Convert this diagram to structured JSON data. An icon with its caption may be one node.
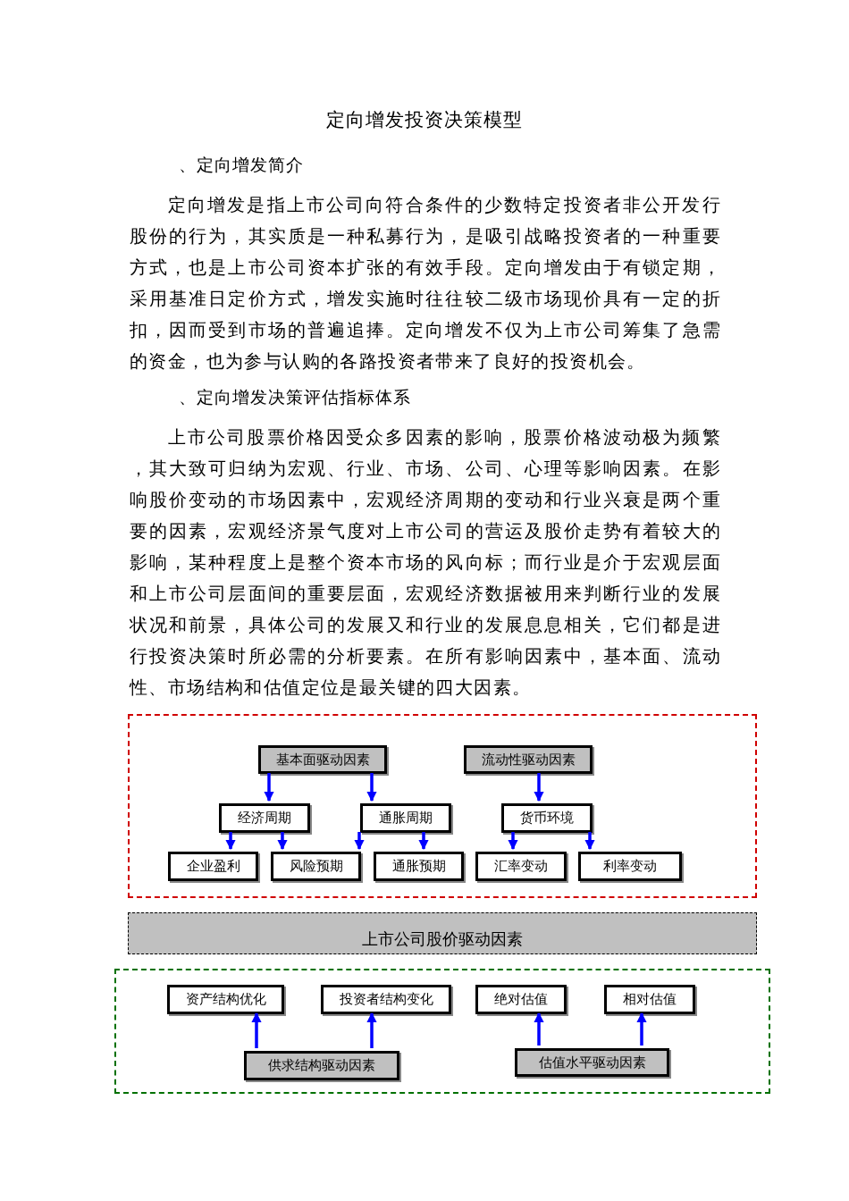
{
  "diagram": {
    "title": "定向增发投资决策模型",
    "nodes": [
      {
        "text": [],
        "shape": "box"
      },
      {
        "text": [
          "基本面驱动因素"
        ],
        "in": 0
      },
      {
        "text": [
          "流动性驱动因素"
        ],
        "in": 0
      },
      {
        "text": [
          "经济周期"
        ],
        "in": 0
      },
      {
        "text": [
          "通胀周期"
        ],
        "in": 0
      },
      {
        "text": [
          "货币环境"
        ],
        "in": 0
      },
      {
        "text": [
          "企业盈利"
        ],
        "in": 0
      },
      {
        "text": [
          "风险预期"
        ],
        "in": 0
      },
      {
        "text": [
          "通胀预期"
        ],
        "in": 0
      },
      {
        "text": [
          "汇率变动"
        ],
        "in": 0
      },
      {
        "text": [
          "利率变动"
        ],
        "in": 0
      },
      {
        "text": [
          "上市公司股价驱动因素"
        ]
      },
      {
        "text": [],
        "shape": "box"
      },
      {
        "text": [
          "资产结构优化"
        ],
        "in": 12
      },
      {
        "text": [
          "投资者结构变化"
        ],
        "in": 12
      },
      {
        "text": [
          "绝对估值"
        ],
        "in": 12
      },
      {
        "text": [
          "相对估值"
        ],
        "in": 12
      },
      {
        "text": [
          "供求结构驱动因素"
        ],
        "in": 12
      },
      {
        "text": [
          "估值水平驱动因素"
        ],
        "in": 12
      }
    ],
    "edges": [
      {
        "from": 1,
        "to": 3,
        "arrow": "to"
      },
      {
        "from": 1,
        "to": 4,
        "arrow": "to"
      },
      {
        "from": 2,
        "to": 5,
        "arrow": "to"
      },
      {
        "from": 3,
        "to": 6,
        "arrow": "to"
      },
      {
        "from": 3,
        "to": 7,
        "arrow": "to"
      },
      {
        "from": 4,
        "to": 7,
        "arrow": "to"
      },
      {
        "from": 4,
        "to": 8,
        "arrow": "to"
      },
      {
        "from": 5,
        "to": 9,
        "arrow": "to"
      },
      {
        "from": 5,
        "to": 10,
        "arrow": "to"
      },
      {
        "from": 17,
        "to": 13,
        "arrow": "to"
      },
      {
        "from": 17,
        "to": 14,
        "arrow": "to"
      },
      {
        "from": 18,
        "to": 15,
        "arrow": "to"
      },
      {
        "from": 18,
        "to": 16,
        "arrow": "to"
      }
    ],
    "labels": [
      "、定向增发简介",
      "定向增发是指上市公司向符合条件的少数特定投资者非公开发行股份的行为，其实质是一种私募行为，是吸引战略投资者的一种重要方式，也是上市公司资本扩张的有效手段。定向增发由于有锁定期，采用基准日定价方式，增发实施时往往较二级市场现价具有一定的折扣，因而受到市场的普遍追捧。定向增发不仅为上市公司筹集了急需的资金，也为参与认购的各路投资者带来了良好的投资机会。",
      "、定向增发决策评估指标体系",
      "上市公司股票价格因受众多因素的影响，股票价格波动极为频繁，其大致可归纳为宏观、行业、市场、公司、心理等影响因素。在影响股价变动的市场因素中，宏观经济周期的变动和行业兴衰是两个重要的因素，宏观经济景气度对上市公司的营运及股价走势有着较大的影响，某种程度上是整个资本市场的风向标；而行业是介于宏观层面和上市公司层面间的重要层面，宏观经济数据被用来判断行业的发展状况和前景，具体公司的发展又和行业的发展息息相关，它们都是进行投资决策时所必需的分析要素。在所有影响因素中，基本面、流动性、市场结构和估值定位是最关键的四大因素。"
    ]
  }
}
